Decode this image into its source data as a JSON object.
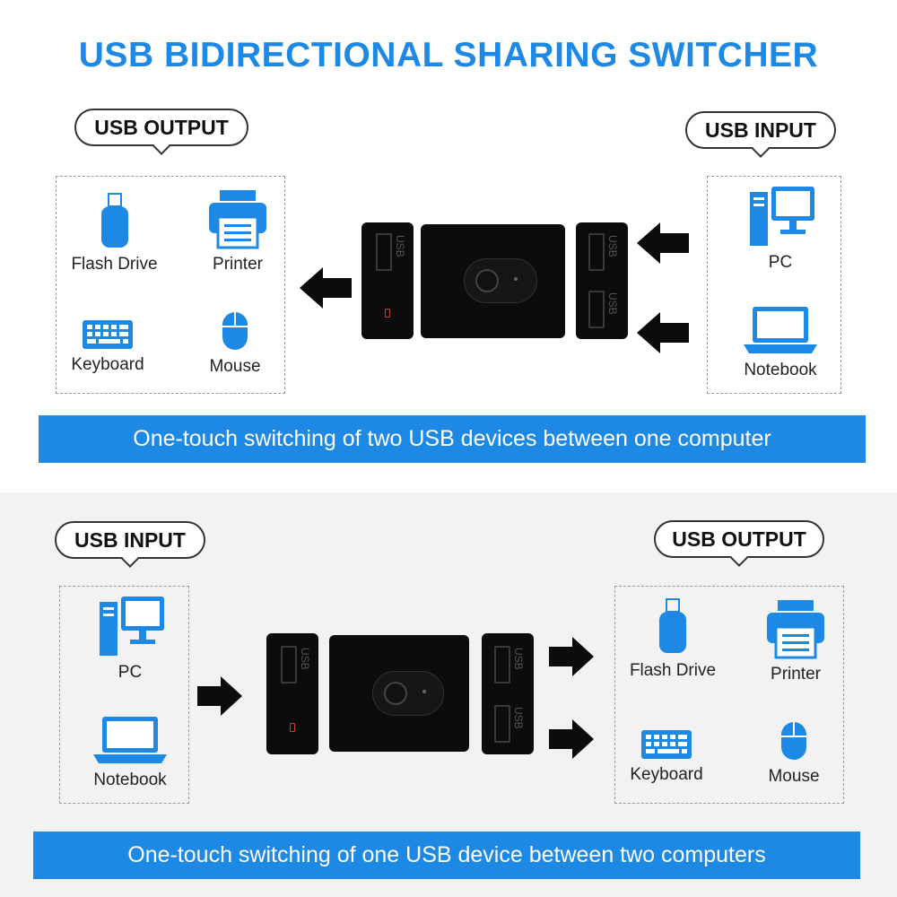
{
  "title": "USB BIDIRECTIONAL SHARING SWITCHER",
  "top": {
    "left_label": "USB OUTPUT",
    "right_label": "USB INPUT",
    "left_items": [
      "Flash Drive",
      "Printer",
      "Keyboard",
      "Mouse"
    ],
    "right_items": [
      "PC",
      "Notebook"
    ],
    "banner": "One-touch switching of two USB devices between one computer"
  },
  "bottom": {
    "left_label": "USB INPUT",
    "right_label": "USB OUTPUT",
    "left_items": [
      "PC",
      "Notebook"
    ],
    "right_items": [
      "Flash Drive",
      "Printer",
      "Keyboard",
      "Mouse"
    ],
    "banner": "One-touch switching of one USB device between two computers"
  },
  "port_text": "USB",
  "colors": {
    "accent": "#1e88e5",
    "device": "#0c0c0c"
  }
}
